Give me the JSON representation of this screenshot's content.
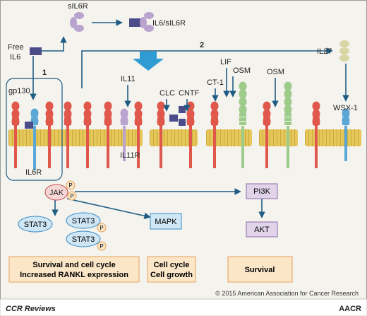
{
  "labels": {
    "sIL6R": "sIL6R",
    "il6_sil6r": "IL6/sIL6R",
    "free_il6_line1": "Free",
    "free_il6_line2": "IL6",
    "gp130": "gp130",
    "il6r": "IL6R",
    "il11": "IL11",
    "il11r": "IL11R",
    "clc": "CLC",
    "cntf": "CNTF",
    "ct1": "CT-1",
    "lif": "LIF",
    "osm_a": "OSM",
    "osm_b": "OSM",
    "il27": "IL27",
    "wsx1": "WSX-1",
    "num1": "1",
    "num2": "2"
  },
  "signaling": {
    "jak": "JAK",
    "p": "P",
    "stat3": "STAT3",
    "mapk": "MAPK",
    "pi3k": "PI3K",
    "akt": "AKT"
  },
  "outcomes": {
    "box1_line1": "Survival and cell cycle",
    "box1_line2": "Increased RANKL expression",
    "box2_line1": "Cell cycle",
    "box2_line2": "Cell growth",
    "box3": "Survival"
  },
  "copyright": "© 2015 American Association for Cancer Research",
  "footer": {
    "left": "CCR Reviews",
    "right": "AACR"
  },
  "colors": {
    "red_receptor": "#e0584c",
    "purple_ligand": "#b9a3cf",
    "navy_ligand": "#4b4c8a",
    "green_receptor": "#9ccb8a",
    "blue_receptor": "#5ba8d6",
    "membrane": "#e6c75a",
    "arrow": "#1f5c84",
    "outcome_fill": "#fbe6c8",
    "outcome_border": "#e8a25a",
    "jak_fill": "#f6d6d6"
  }
}
